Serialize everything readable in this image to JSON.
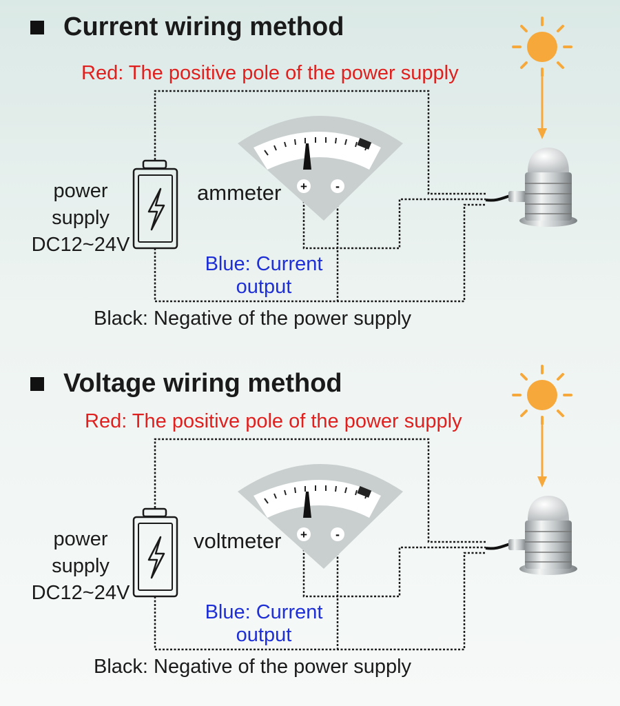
{
  "sections": [
    {
      "title": "Current wiring method",
      "red_label": "Red: The positive pole of the power supply",
      "power_supply_label": [
        "power",
        "supply",
        "DC12~24V"
      ],
      "meter_label": "ammeter",
      "blue_label": [
        "Blue: Current",
        "output"
      ],
      "black_label": "Black: Negative of the power supply"
    },
    {
      "title": "Voltage wiring method",
      "red_label": "Red: The positive pole of the power supply",
      "power_supply_label": [
        "power",
        "supply",
        "DC12~24V"
      ],
      "meter_label": "voltmeter",
      "blue_label": [
        "Blue: Current",
        "output"
      ],
      "black_label": "Black: Negative of the power supply"
    }
  ],
  "meter_terminals": {
    "positive": "+",
    "negative": "-"
  },
  "colors": {
    "red_wire_text": "#e0201e",
    "blue_wire_text": "#1e2fd6",
    "sun": "#f7a83a",
    "meter_bezel": "#c9cfcf"
  },
  "icons": [
    "sun-icon",
    "arrow-down-icon",
    "battery-icon",
    "lightning-icon",
    "meter-icon",
    "light-sensor-icon"
  ]
}
